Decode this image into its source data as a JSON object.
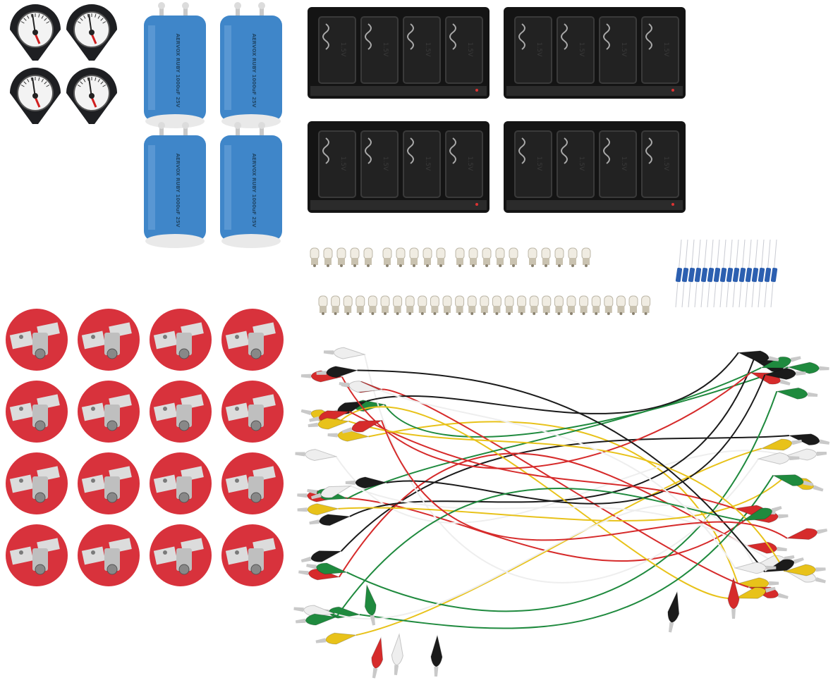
{
  "scene": {
    "description_kind": "product-photo",
    "background": "#ffffff"
  },
  "colors": {
    "meter_body": "#1e1f22",
    "meter_face": "#f3f3f3",
    "meter_needle": "#d01f1f",
    "capacitor_blue": "#3f86c9",
    "capacitor_top": "#e9e9e9",
    "holder_black": "#141414",
    "bulb_glass": "#f0ece2",
    "bulb_base": "#c9c2b0",
    "resistor_body": "#2c5fb0",
    "resistor_lead": "#c9cbd2",
    "socket_red": "#d8323c",
    "socket_metal": "#dcdcdc",
    "wire_red": "#d62b2b",
    "wire_yellow": "#e8c21a",
    "wire_green": "#1f8a3e",
    "wire_black": "#1b1b1b",
    "wire_white": "#eeeeee"
  },
  "capacitors": {
    "label_lines": [
      "AERVOX",
      "RUBY 1000uF",
      "25V"
    ]
  },
  "battery_holders": {
    "label_text": "1.5V"
  },
  "counts": {
    "meters": 4,
    "capacitors": 4,
    "battery_holders": 4,
    "bulbs_row1": 20,
    "bulbs_row2": 27,
    "resistors": 16,
    "bulb_sockets": 16
  }
}
